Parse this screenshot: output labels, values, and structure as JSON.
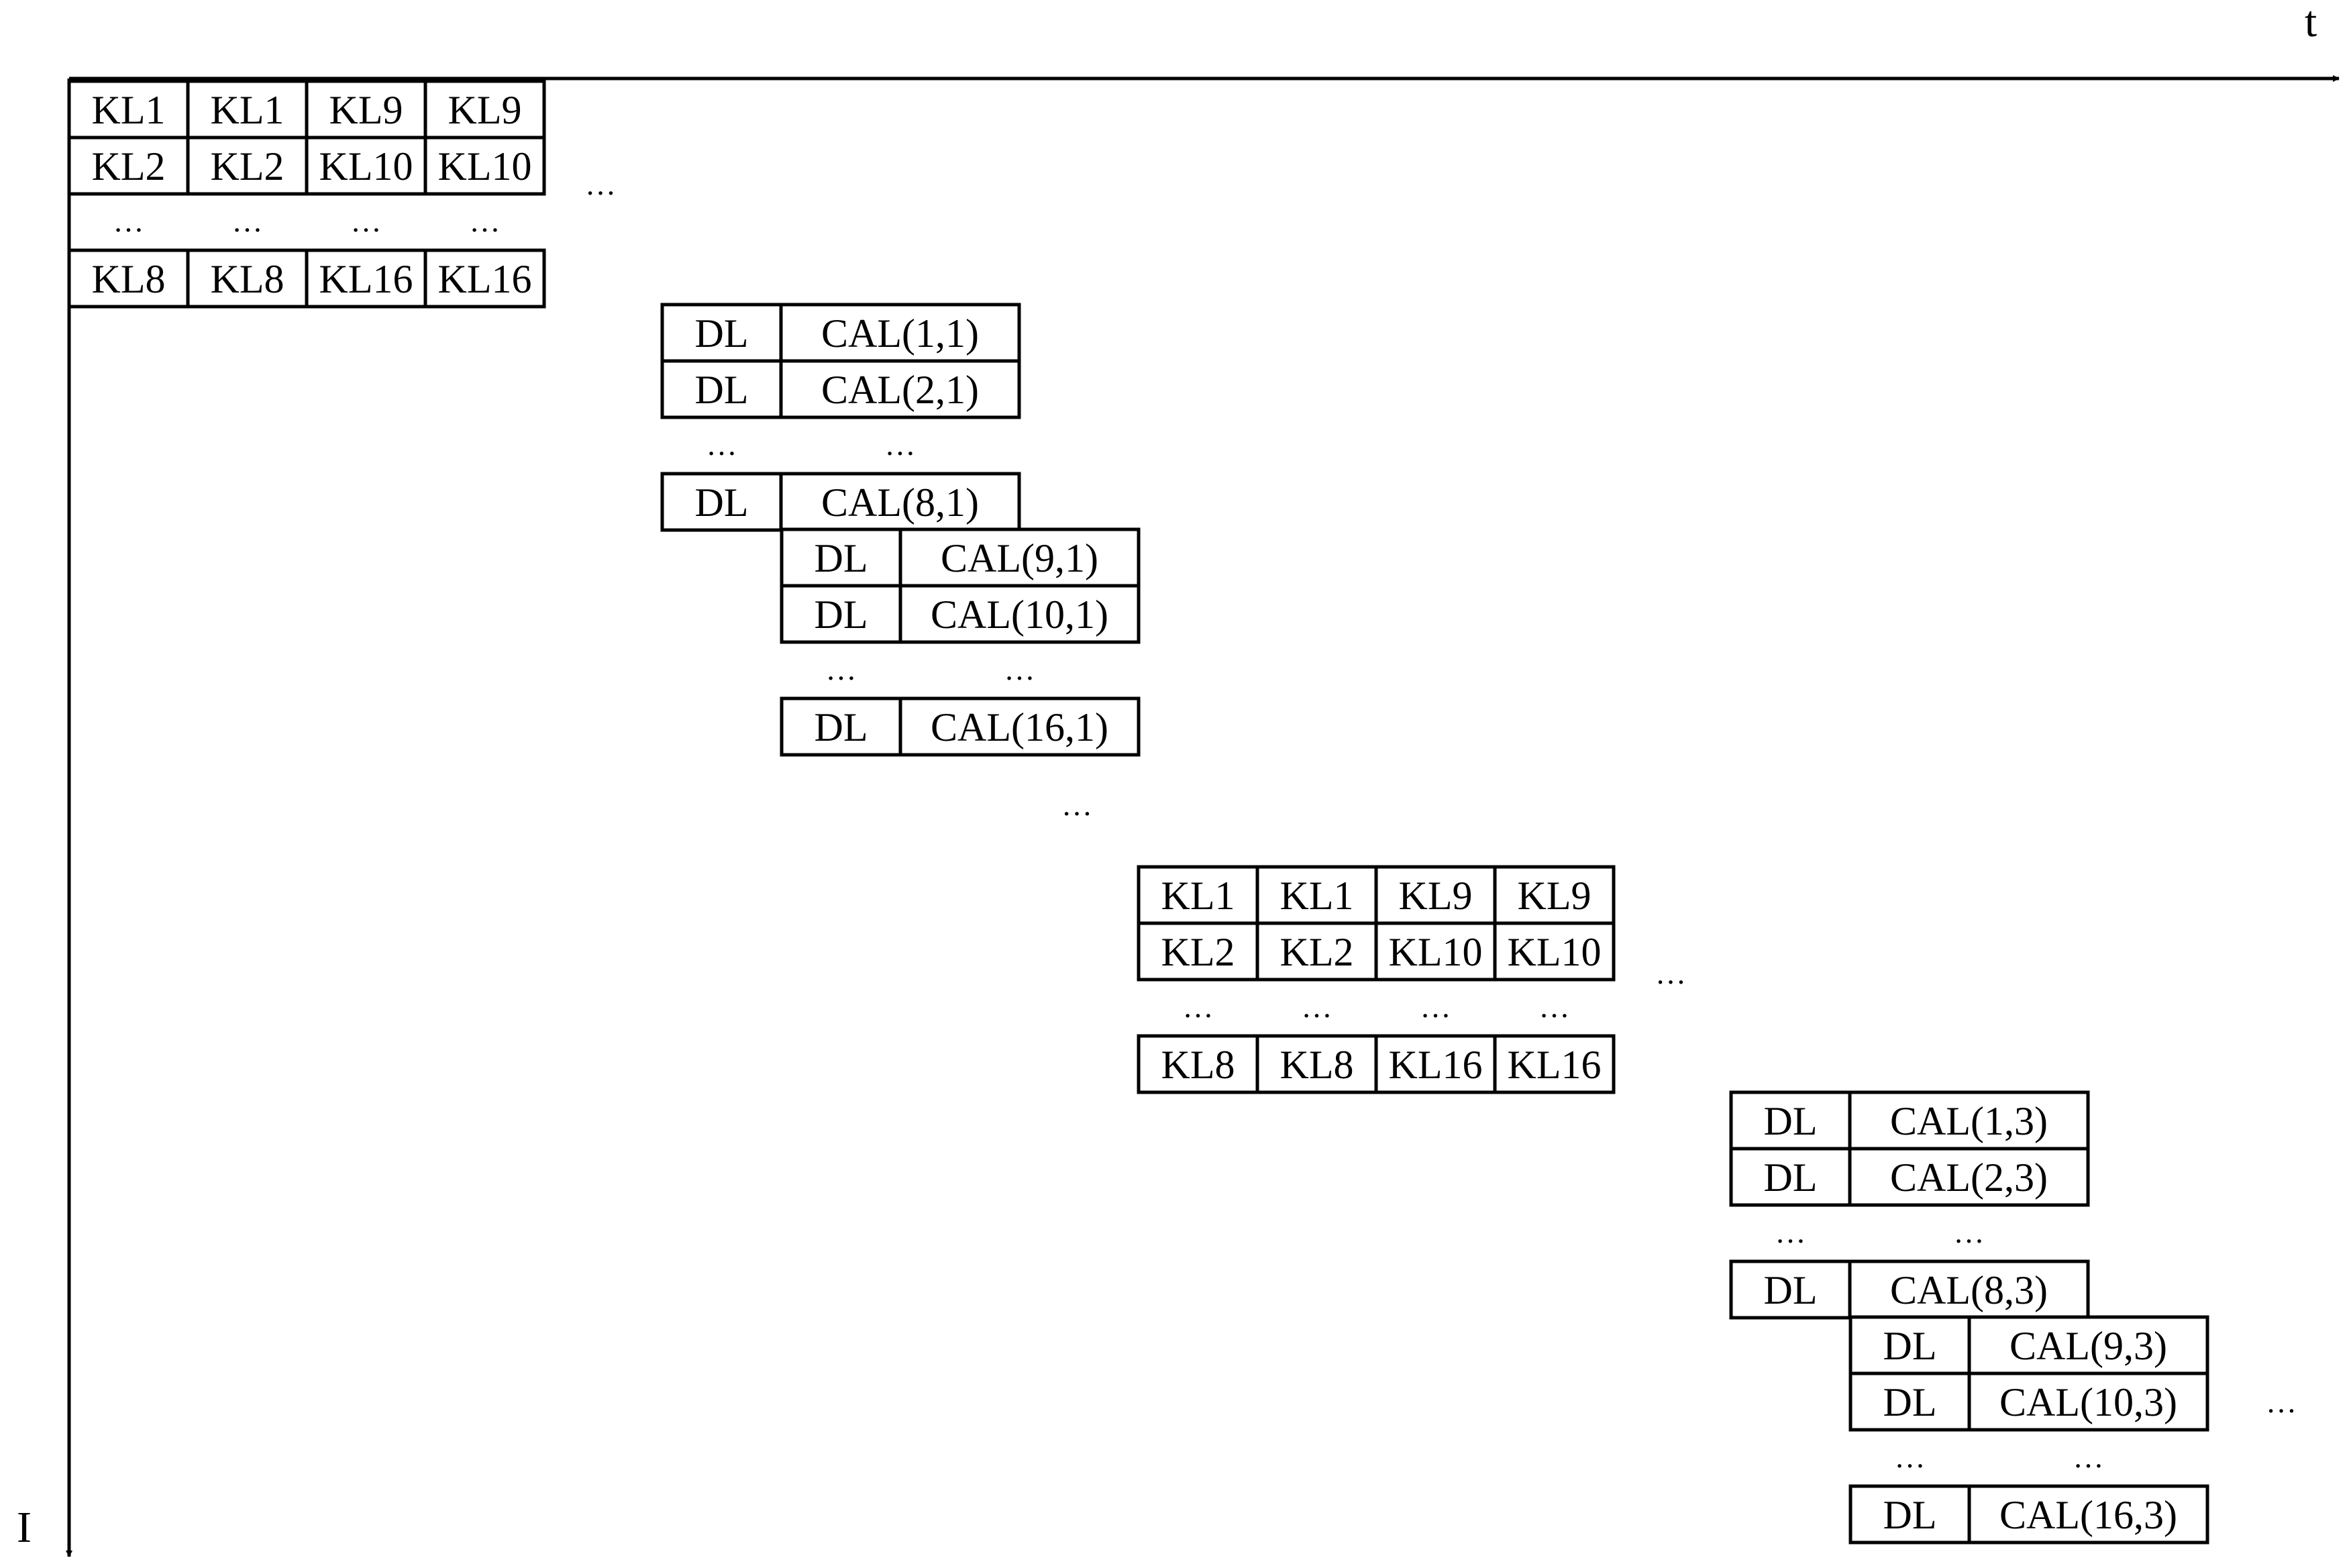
{
  "axes": {
    "horizontal_label": "t",
    "vertical_label": "I"
  },
  "ellipsis": "…",
  "groups": [
    {
      "type": "kl",
      "rows": [
        [
          "KL1",
          "KL1",
          "KL9",
          "KL9"
        ],
        [
          "KL2",
          "KL2",
          "KL10",
          "KL10"
        ],
        [
          "KL8",
          "KL8",
          "KL16",
          "KL16"
        ]
      ]
    },
    {
      "type": "cal",
      "rows": [
        [
          "DL",
          "CAL(1,1)"
        ],
        [
          "DL",
          "CAL(2,1)"
        ],
        [
          "DL",
          "CAL(8,1)"
        ]
      ]
    },
    {
      "type": "cal",
      "rows": [
        [
          "DL",
          "CAL(9,1)"
        ],
        [
          "DL",
          "CAL(10,1)"
        ],
        [
          "DL",
          "CAL(16,1)"
        ]
      ]
    },
    {
      "type": "kl",
      "rows": [
        [
          "KL1",
          "KL1",
          "KL9",
          "KL9"
        ],
        [
          "KL2",
          "KL2",
          "KL10",
          "KL10"
        ],
        [
          "KL8",
          "KL8",
          "KL16",
          "KL16"
        ]
      ]
    },
    {
      "type": "cal",
      "rows": [
        [
          "DL",
          "CAL(1,3)"
        ],
        [
          "DL",
          "CAL(2,3)"
        ],
        [
          "DL",
          "CAL(8,3)"
        ]
      ]
    },
    {
      "type": "cal",
      "rows": [
        [
          "DL",
          "CAL(9,3)"
        ],
        [
          "DL",
          "CAL(10,3)"
        ],
        [
          "DL",
          "CAL(16,3)"
        ]
      ]
    }
  ]
}
